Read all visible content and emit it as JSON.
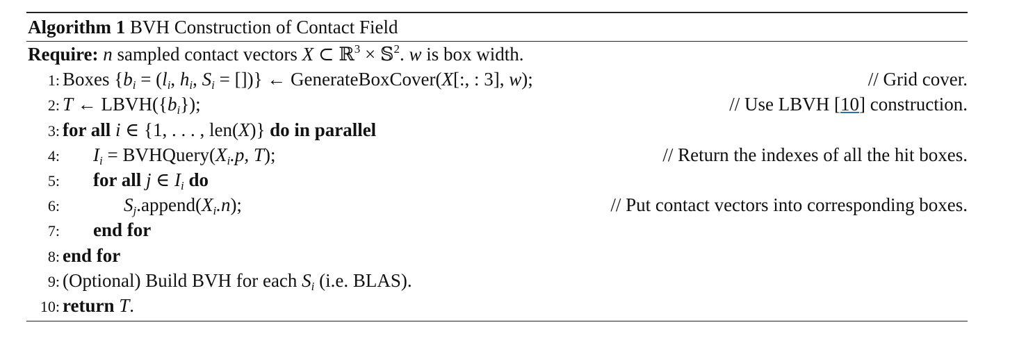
{
  "algorithm": {
    "label": "Algorithm 1",
    "title": "BVH Construction of Contact Field",
    "require_label": "Require:",
    "require_text_parts": [
      "n",
      " sampled contact vectors ",
      "X",
      " ⊂ ℝ",
      "3",
      " × 𝕊",
      "2",
      ". ",
      "w",
      " is box width."
    ],
    "lines": [
      {
        "num": "1:",
        "comment": "// Grid cover."
      },
      {
        "num": "2:",
        "comment": "// Use LBVH [10] construction."
      },
      {
        "num": "3:"
      },
      {
        "num": "4:",
        "comment": "// Return the indexes of all the hit boxes."
      },
      {
        "num": "5:"
      },
      {
        "num": "6:",
        "comment": "// Put contact vectors into corresponding boxes."
      },
      {
        "num": "7:"
      },
      {
        "num": "8:"
      },
      {
        "num": "9:"
      },
      {
        "num": "10:"
      }
    ],
    "text": {
      "l1_a": "Boxes {",
      "l1_b": "b",
      "l1_bi": "i",
      "l1_c": " = (",
      "l1_l": "l",
      "l1_h": "h",
      "l1_S": "S",
      "l1_d": " = [])} ← GenerateBoxCover(",
      "l1_X": "X",
      "l1_e": "[:, : 3], ",
      "l1_w": "w",
      "l1_f": ");",
      "l2_T": "T",
      "l2_a": " ← LBVH({",
      "l2_b": "b",
      "l2_c": "});",
      "l3_kw1": "for all",
      "l3_i": "i",
      "l3_a": " ∈ {1, . . . , len(",
      "l3_X": "X",
      "l3_b": ")}",
      "l3_kw2": "do in parallel",
      "l4_I": "I",
      "l4_a": " = BVHQuery(",
      "l4_X": "X",
      "l4_p": ".p, T",
      "l4_b": ");",
      "l5_kw1": "for all",
      "l5_j": "j",
      "l5_a": " ∈ ",
      "l5_I": "I",
      "l5_kw2": "do",
      "l6_S": "S",
      "l6_j": "j",
      "l6_a": ".append(",
      "l6_X": "X",
      "l6_n": ".n",
      "l6_b": ");",
      "l7_kw": "end for",
      "l8_kw": "end for",
      "l9_a": "(Optional) Build BVH for each ",
      "l9_S": "S",
      "l9_b": " (i.e. BLAS).",
      "l10_kw": "return",
      "l10_T": "T",
      "l10_b": ".",
      "sub_i": "i",
      "cite_num": "10"
    },
    "comments": {
      "c1": "// Grid cover.",
      "c2_a": "// Use LBVH [",
      "c2_cite": "10",
      "c2_b": "] construction.",
      "c4": "// Return the indexes of all the hit boxes.",
      "c6": "// Put contact vectors into corresponding boxes."
    }
  }
}
